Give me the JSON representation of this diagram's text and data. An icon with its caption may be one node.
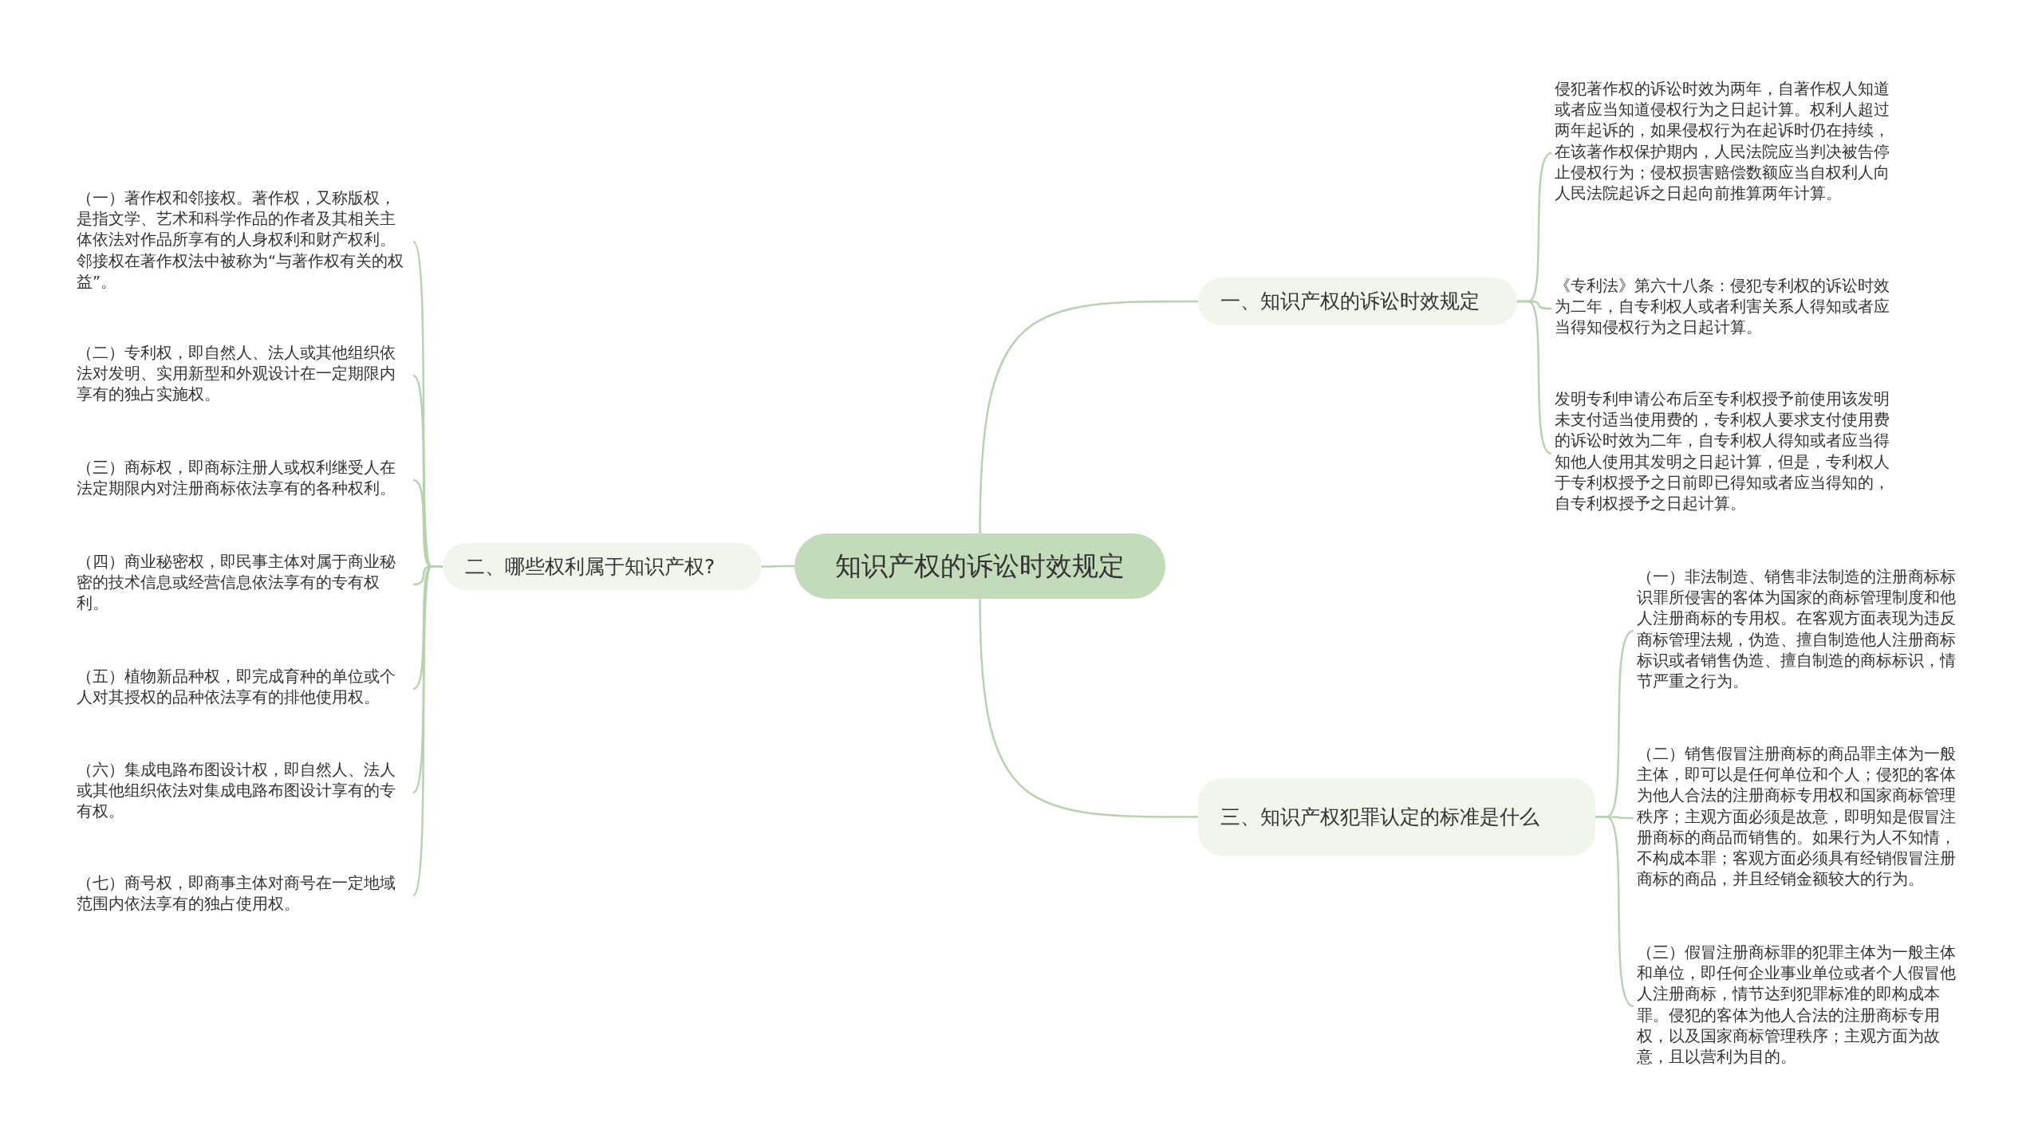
{
  "diagram": {
    "nodes": [
      {
        "text": [
          "知识产权的诉讼时效规定"
        ]
      },
      {
        "text": [
          "一、知识产权的诉讼时效规定"
        ]
      },
      {
        "text": [
          "侵犯著作权的诉讼时效为两年，自著作权人知道或者应当知道侵权行为之日起计算。权利人超过两年起诉的，如果侵权行为在起诉时仍在持续，在该著作权保护期内，人民法院应当判决被告停止侵权行为；侵权损害赔偿数额应当自权利人向人民法院起诉之日起向前推算两年计算。"
        ]
      },
      {
        "text": [
          "《专利法》第六十八条：侵犯专利权的诉讼时效为二年，自专利权人或者利害关系人得知或者应当得知侵权行为之日起计算。"
        ]
      },
      {
        "text": [
          "发明专利申请公布后至专利权授予前使用该发明未支付适当使用费的，专利权人要求支付使用费的诉讼时效为二年，自专利权人得知或者应当得知他人使用其发明之日起计算，但是，专利权人于专利权授予之日前即已得知或者应当得知的，自专利权授予之日起计算。"
        ]
      },
      {
        "text": [
          "二、哪些权利属于知识产权?"
        ]
      },
      {
        "text": [
          "（一）著作权和邻接权。著作权，又称版权，是指文学、艺术和科学作品的作者及其相关主体依法对作品所享有的人身权利和财产权利。邻接权在著作权法中被称为“与著作权有关的权益”。"
        ]
      },
      {
        "text": [
          "（二）专利权，即自然人、法人或其他组织依法对发明、实用新型和外观设计在一定期限内享有的独占实施权。"
        ]
      },
      {
        "text": [
          "（三）商标权，即商标注册人或权利继受人在法定期限内对注册商标依法享有的各种权利。"
        ]
      },
      {
        "text": [
          "（四）商业秘密权，即民事主体对属于商业秘密的技术信息或经营信息依法享有的专有权利。"
        ]
      },
      {
        "text": [
          "（五）植物新品种权，即完成育种的单位或个人对其授权的品种依法享有的排他使用权。"
        ]
      },
      {
        "text": [
          "（六）集成电路布图设计权，即自然人、法人或其他组织依法对集成电路布图设计享有的专有权。"
        ]
      },
      {
        "text": [
          "（七）商号权，即商事主体对商号在一定地域范围内依法享有的独占使用权。"
        ]
      },
      {
        "text": [
          "三、知识产权犯罪认定的标准是什么"
        ]
      },
      {
        "text": [
          "（一）非法制造、销售非法制造的注册商标标识罪所侵害的客体为国家的商标管理制度和他人注册商标的专用权。在客观方面表现为违反商标管理法规，伪造、擅自制造他人注册商标标识或者销售伪造、擅自制造的商标标识，情节严重之行为。"
        ]
      },
      {
        "text": [
          "（二）销售假冒注册商标的商品罪主体为一般主体，即可以是任何单位和个人；侵犯的客体为他人合法的注册商标专用权和国家商标管理秩序；主观方面必须是故意，即明知是假冒注册商标的商品而销售的。如果行为人不知情，不构成本罪；客观方面必须具有经销假冒注册商标的商品，并且经销金额较大的行为。"
        ]
      },
      {
        "text": [
          "（三）假冒注册商标罪的犯罪主体为一般主体和单位，即任何企业事业单位或者个人假冒他人注册商标，情节达到犯罪标准的即构成本罪。侵犯的客体为他人合法的注册商标专用权，以及国家商标管理秩序；主观方面为故意，且以营利为目的。"
        ]
      }
    ],
    "edges": [
      {
        "from": 0,
        "to": 1,
        "arrow": "none"
      },
      {
        "from": 1,
        "to": 2,
        "arrow": "none"
      },
      {
        "from": 1,
        "to": 3,
        "arrow": "none"
      },
      {
        "from": 1,
        "to": 4,
        "arrow": "none"
      },
      {
        "from": 0,
        "to": 5,
        "arrow": "none"
      },
      {
        "from": 5,
        "to": 6,
        "arrow": "none"
      },
      {
        "from": 5,
        "to": 7,
        "arrow": "none"
      },
      {
        "from": 5,
        "to": 8,
        "arrow": "none"
      },
      {
        "from": 5,
        "to": 9,
        "arrow": "none"
      },
      {
        "from": 5,
        "to": 10,
        "arrow": "none"
      },
      {
        "from": 5,
        "to": 11,
        "arrow": "none"
      },
      {
        "from": 5,
        "to": 12,
        "arrow": "none"
      },
      {
        "from": 0,
        "to": 13,
        "arrow": "none"
      },
      {
        "from": 13,
        "to": 14,
        "arrow": "none"
      },
      {
        "from": 13,
        "to": 15,
        "arrow": "none"
      },
      {
        "from": 13,
        "to": 16,
        "arrow": "none"
      }
    ]
  }
}
